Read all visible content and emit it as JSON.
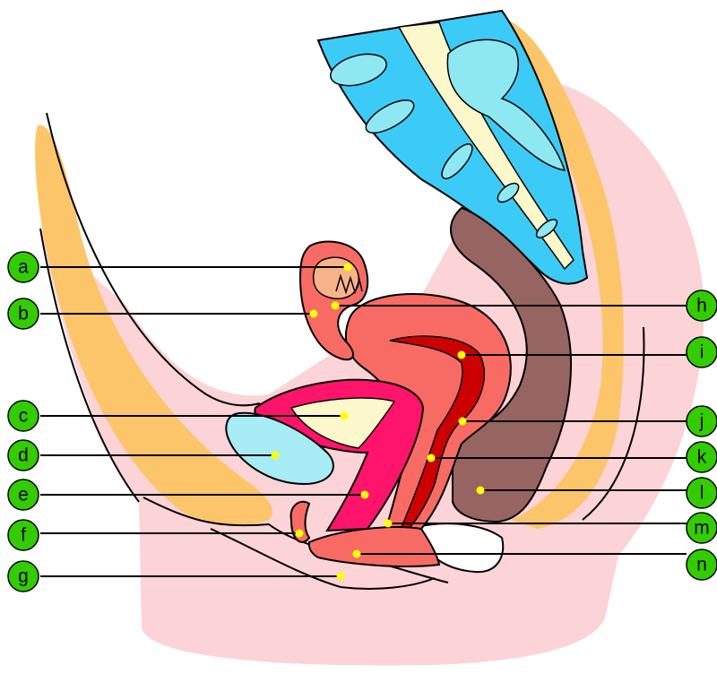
{
  "diagram": {
    "colors": {
      "skin": "#fcd3d6",
      "fat": "#fcc56a",
      "spine_blue": "#3ccbf6",
      "disc_light": "#8ee8f2",
      "spinal_cord": "#fdf8cc",
      "rectum": "#966561",
      "uterus": "#f86b65",
      "uterine_cavity": "#cc0000",
      "bladder_wall": "#ff146b",
      "bladder_inner": "#fdf8cc",
      "pubic_bone": "#a7ecf4",
      "label_green": "#33cc00",
      "marker_yellow": "#ffff00"
    },
    "labels": {
      "left": [
        {
          "id": "a",
          "text": "a"
        },
        {
          "id": "b",
          "text": "b"
        },
        {
          "id": "c",
          "text": "c"
        },
        {
          "id": "d",
          "text": "d"
        },
        {
          "id": "e",
          "text": "e"
        },
        {
          "id": "f",
          "text": "f"
        },
        {
          "id": "g",
          "text": "g"
        }
      ],
      "right": [
        {
          "id": "h",
          "text": "h"
        },
        {
          "id": "i",
          "text": "i"
        },
        {
          "id": "j",
          "text": "j"
        },
        {
          "id": "k",
          "text": "k"
        },
        {
          "id": "l",
          "text": "l"
        },
        {
          "id": "m",
          "text": "m"
        },
        {
          "id": "n",
          "text": "n"
        }
      ]
    }
  }
}
